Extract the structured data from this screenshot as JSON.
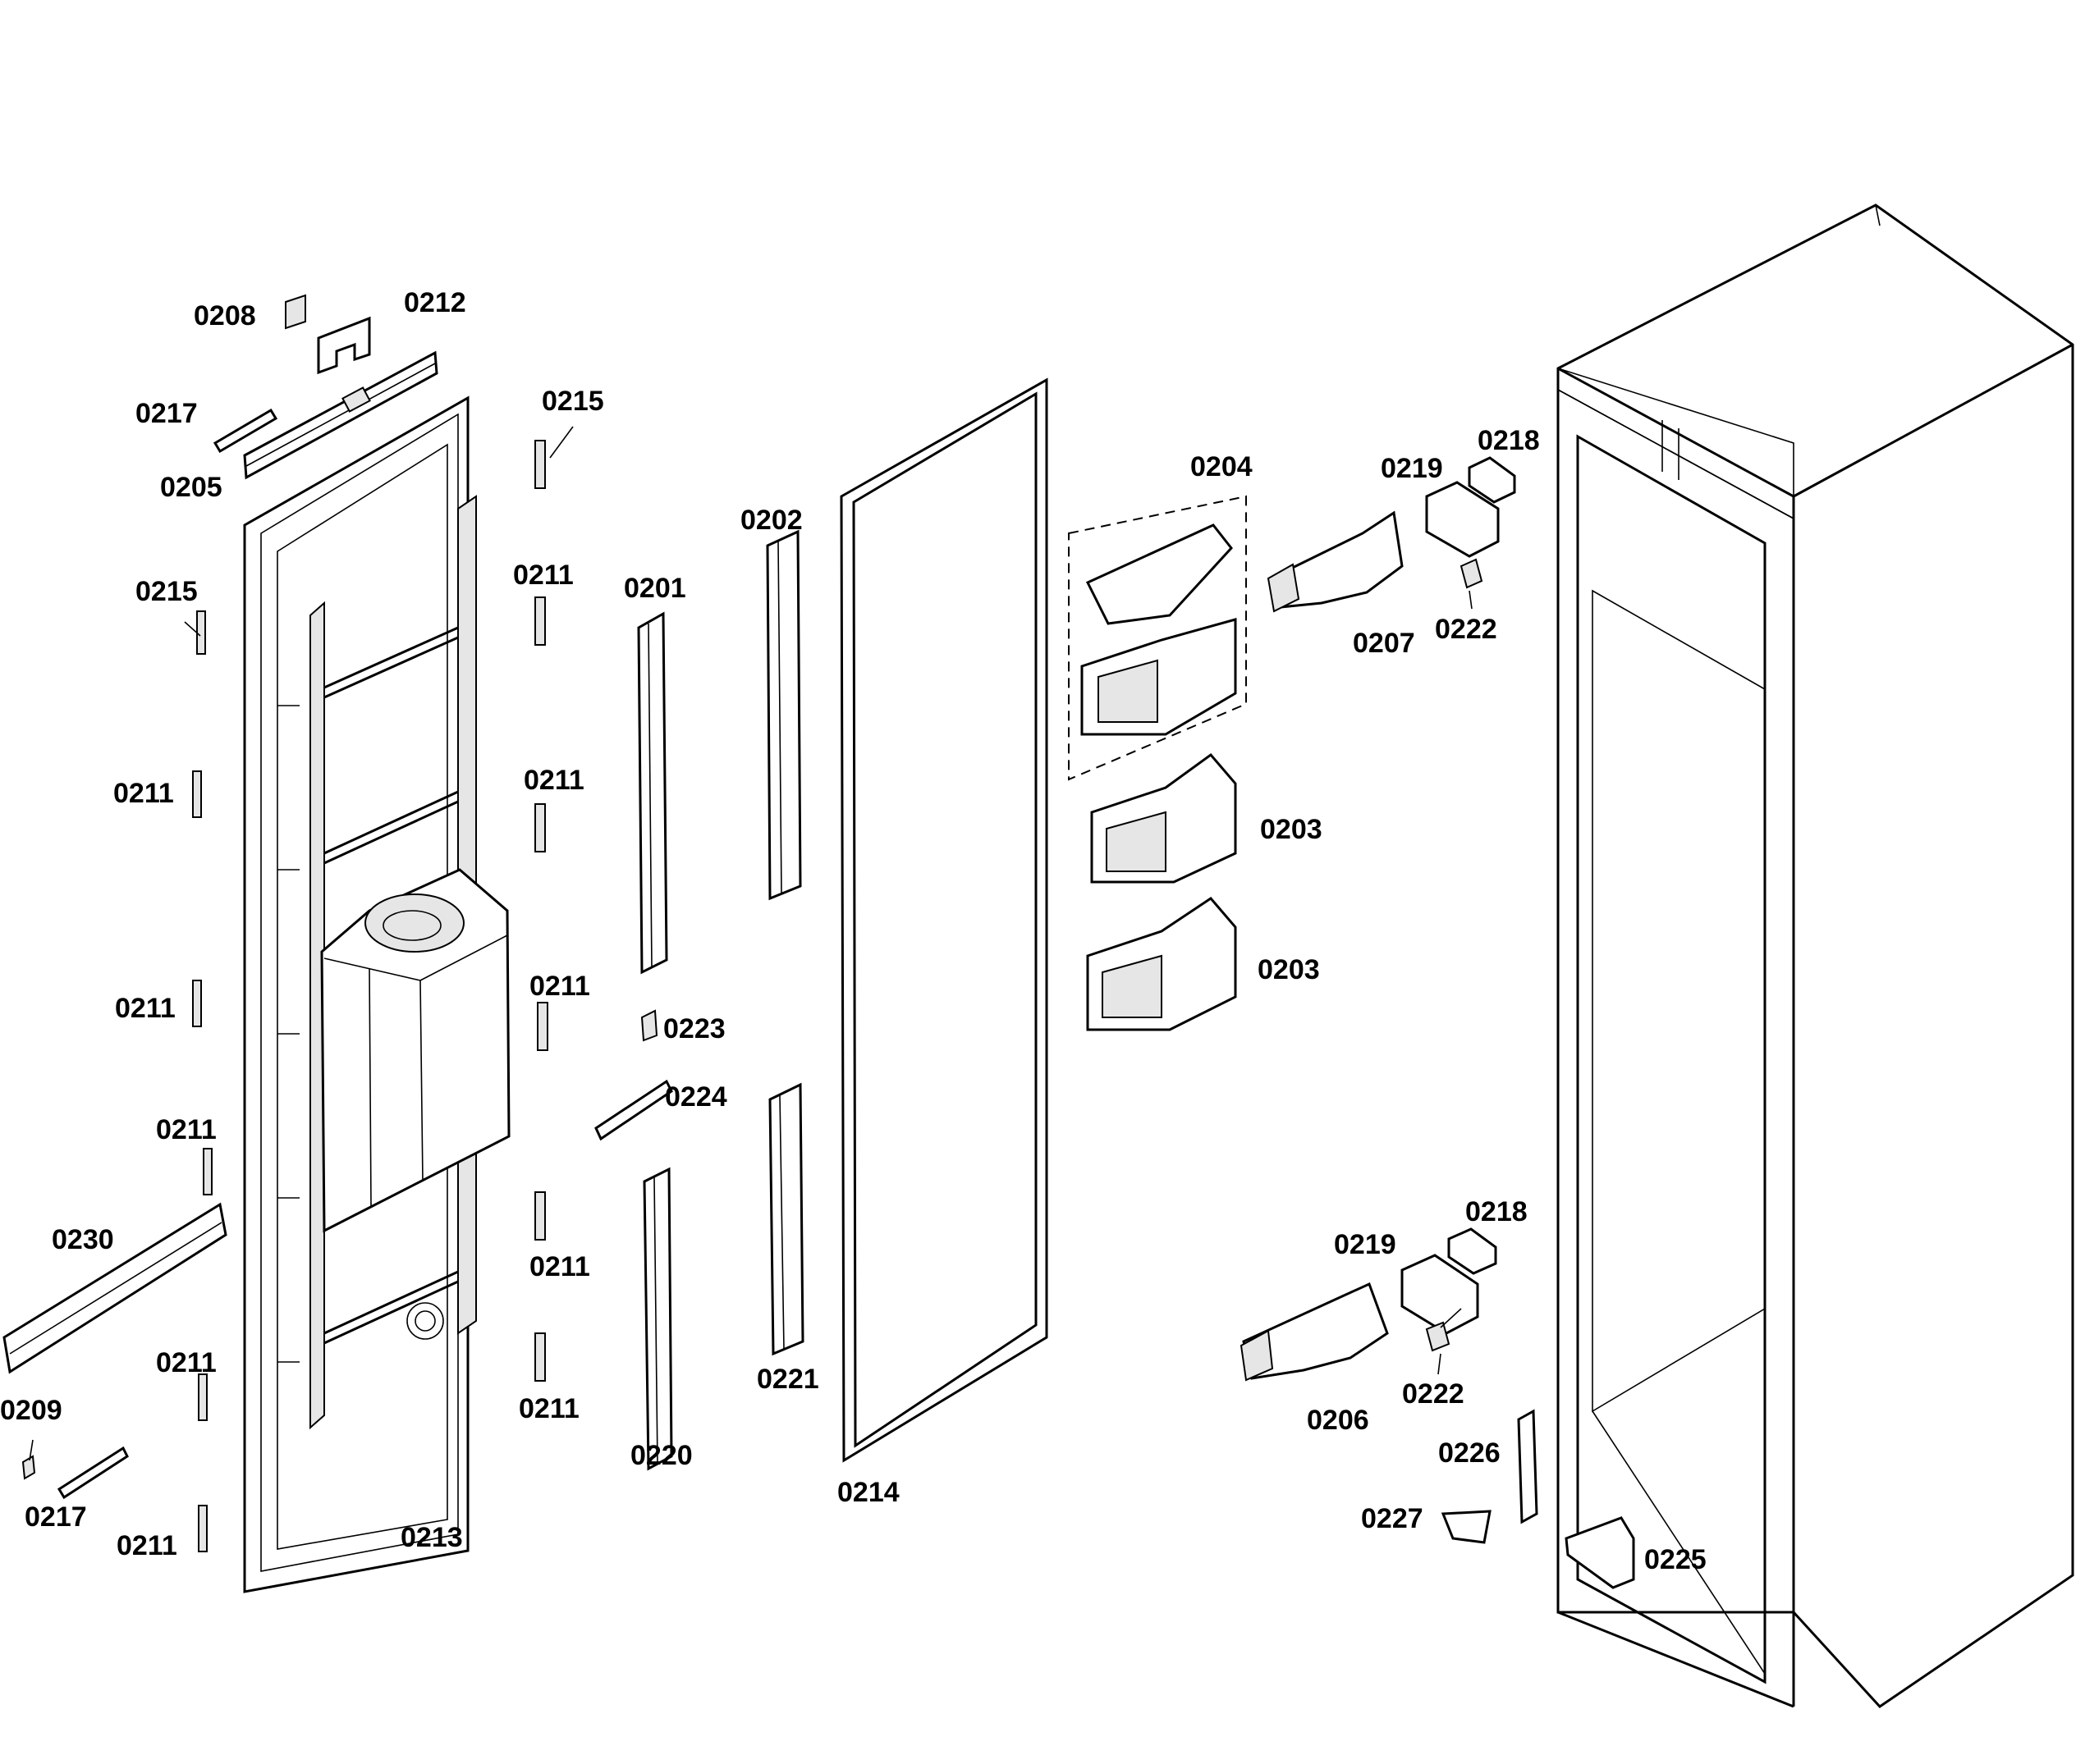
{
  "labels": {
    "p0201": "0201",
    "p0202": "0202",
    "p0203a": "0203",
    "p0203b": "0203",
    "p0204": "0204",
    "p0205": "0205",
    "p0206": "0206",
    "p0207": "0207",
    "p0208": "0208",
    "p0209": "0209",
    "p0211a": "0211",
    "p0211b": "0211",
    "p0211c": "0211",
    "p0211d": "0211",
    "p0211e": "0211",
    "p0211f": "0211",
    "p0211g": "0211",
    "p0211h": "0211",
    "p0211i": "0211",
    "p0211j": "0211",
    "p0212": "0212",
    "p0213": "0213",
    "p0214": "0214",
    "p0215a": "0215",
    "p0215b": "0215",
    "p0217a": "0217",
    "p0217b": "0217",
    "p0218a": "0218",
    "p0218b": "0218",
    "p0219a": "0219",
    "p0219b": "0219",
    "p0220": "0220",
    "p0221": "0221",
    "p0222a": "0222",
    "p0222b": "0222",
    "p0223": "0223",
    "p0224": "0224",
    "p0225": "0225",
    "p0226": "0226",
    "p0227": "0227",
    "p0230": "0230"
  }
}
